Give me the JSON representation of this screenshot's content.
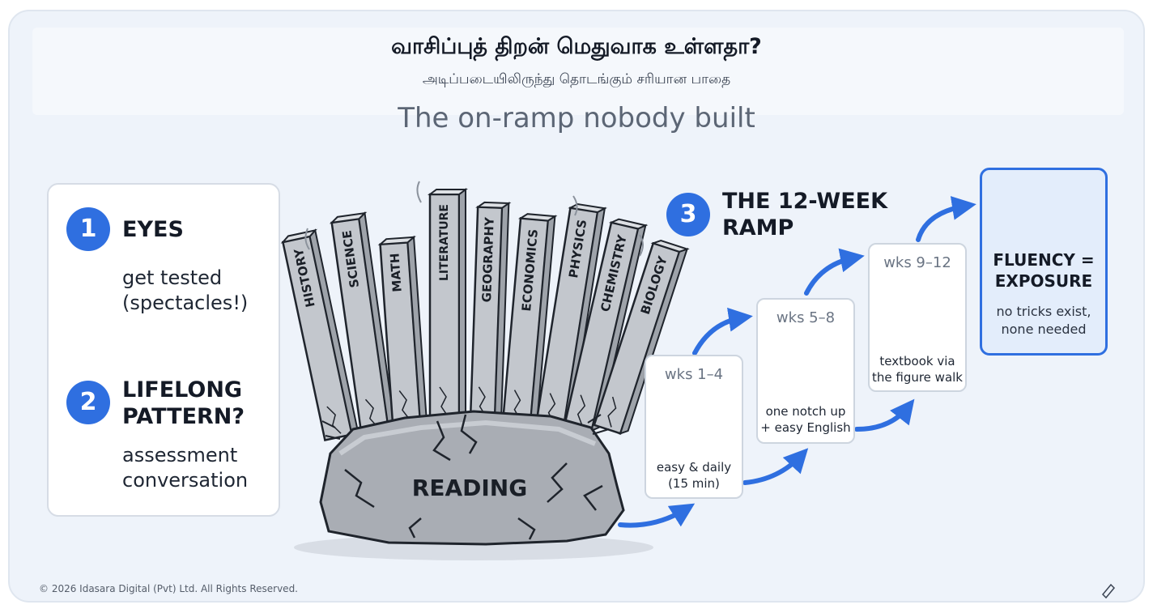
{
  "header": {
    "title_ta": "வாசிப்புத் திறன் மெதுவாக உள்ளதா?",
    "subtitle_ta": "அடிப்படையிலிருந்து தொடங்கும் சரியான பாதை",
    "tagline": "The on-ramp nobody built"
  },
  "left_card": {
    "step1": {
      "number": "1",
      "title": "EYES",
      "line1": "get tested",
      "line2": "(spectacles!)"
    },
    "step2": {
      "number": "2",
      "title_line1": "LIFELONG",
      "title_line2": "PATTERN?",
      "line1": "assessment",
      "line2": "conversation"
    }
  },
  "pillars": [
    "HISTORY",
    "SCIENCE",
    "MATH",
    "LITERATURE",
    "GEOGRAPHY",
    "ECONOMICS",
    "PHYSICS",
    "CHEMISTRY",
    "BIOLOGY"
  ],
  "rock_label": "READING",
  "ramp": {
    "number": "3",
    "title_line1": "THE 12-WEEK",
    "title_line2": "RAMP",
    "weeks": [
      {
        "label": "wks 1–4",
        "desc_line1": "easy & daily",
        "desc_line2": "(15 min)",
        "icon": "clock-book-icon"
      },
      {
        "label": "wks 5–8",
        "desc_line1": "one notch up",
        "desc_line2": "+ easy English",
        "icon": "ladder-icon"
      },
      {
        "label": "wks 9–12",
        "desc_line1": "textbook via",
        "desc_line2": "the figure walk",
        "icon": "walker-on-book-icon"
      }
    ],
    "goal": {
      "title_line1": "FLUENCY =",
      "title_line2": "EXPOSURE",
      "line1": "no tricks exist,",
      "line2": "none needed",
      "icon": "river-globe-icon"
    }
  },
  "colors": {
    "accent": "#2f6fe0",
    "check": "#2e9c4a",
    "stone": "#a9adb4"
  },
  "footer": {
    "copyright": "© 2026 Idasara Digital (Pvt) Ltd. All Rights Reserved."
  }
}
